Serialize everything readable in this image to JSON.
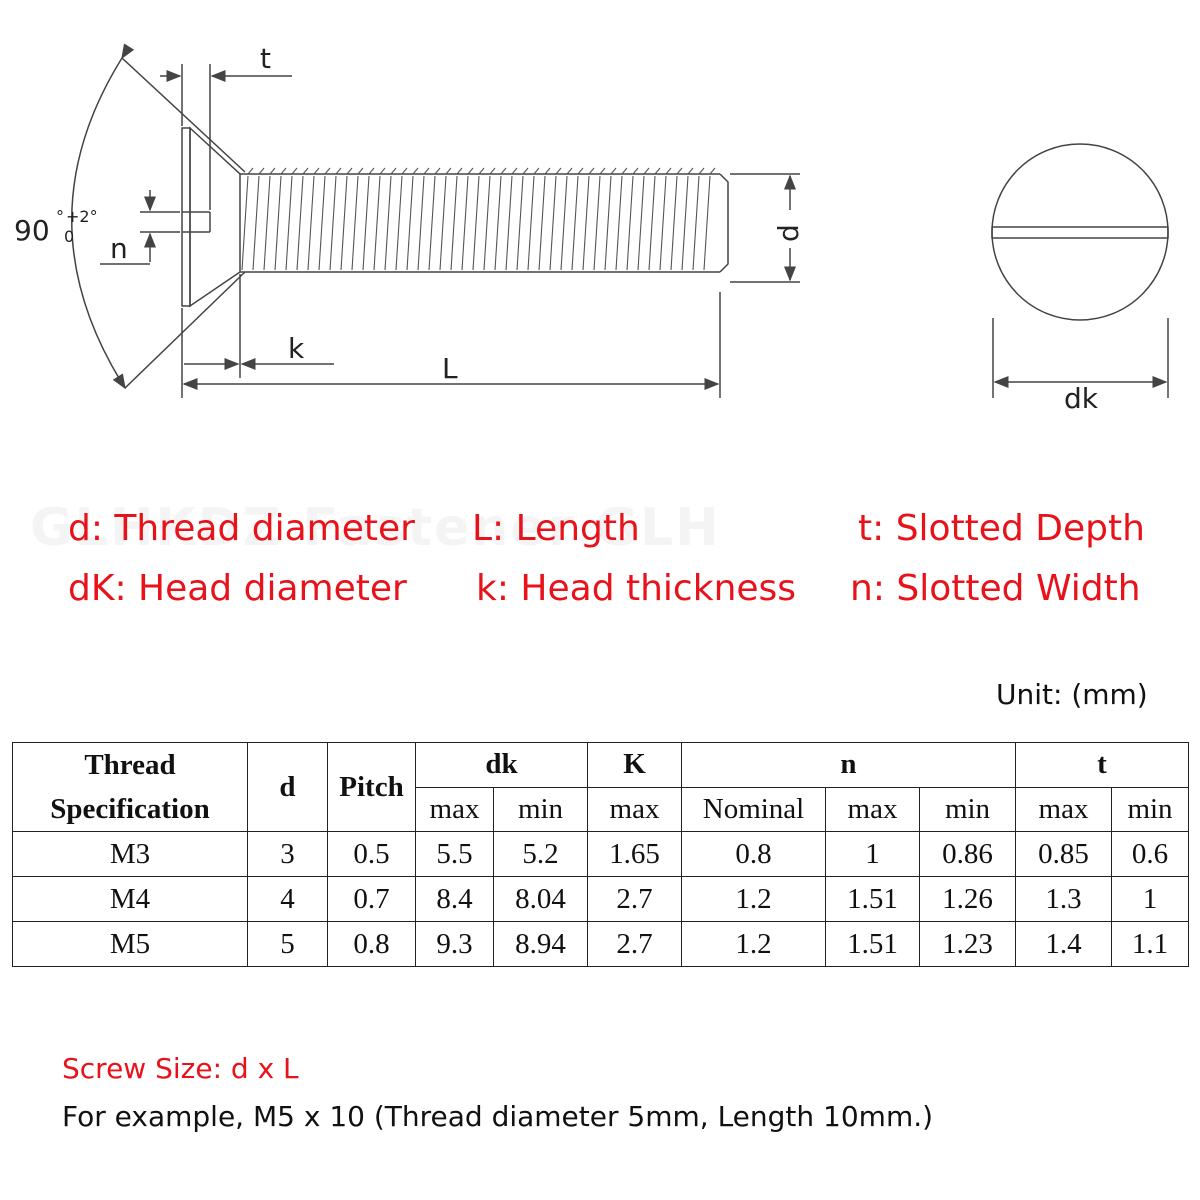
{
  "diagram": {
    "labels": {
      "t": "t",
      "angle": "90",
      "angle_sup": "+2°",
      "angle_sub": "0",
      "angle_deg": "°",
      "n": "n",
      "d": "d",
      "k": "k",
      "L": "L",
      "dk": "dk"
    }
  },
  "watermark": "GLHKDZ Fastener GLH",
  "legend": {
    "d": "d: Thread diameter",
    "L": "L: Length",
    "t": "t: Slotted Depth",
    "dK": "dK: Head diameter",
    "k": "k: Head thickness",
    "n": "n: Slotted Width"
  },
  "unit": "Unit: (mm)",
  "table": {
    "h": {
      "spec_line1": "Thread",
      "spec_line2": "Specification",
      "d": "d",
      "pitch": "Pitch",
      "dk": "dk",
      "K": "K",
      "n": "n",
      "t": "t"
    },
    "sub": {
      "dk_max": "max",
      "dk_min": "min",
      "K_max": "max",
      "n_nominal": "Nominal",
      "n_max": "max",
      "n_min": "min",
      "t_max": "max",
      "t_min": "min"
    },
    "rows": [
      [
        "M3",
        "3",
        "0.5",
        "5.5",
        "5.2",
        "1.65",
        "0.8",
        "1",
        "0.86",
        "0.85",
        "0.6"
      ],
      [
        "M4",
        "4",
        "0.7",
        "8.4",
        "8.04",
        "2.7",
        "1.2",
        "1.51",
        "1.26",
        "1.3",
        "1"
      ],
      [
        "M5",
        "5",
        "0.8",
        "9.3",
        "8.94",
        "2.7",
        "1.2",
        "1.51",
        "1.23",
        "1.4",
        "1.1"
      ]
    ]
  },
  "notes": {
    "size": "Screw Size: d x L",
    "example": "For example, M5 x 10 (Thread diameter 5mm, Length 10mm.)"
  }
}
